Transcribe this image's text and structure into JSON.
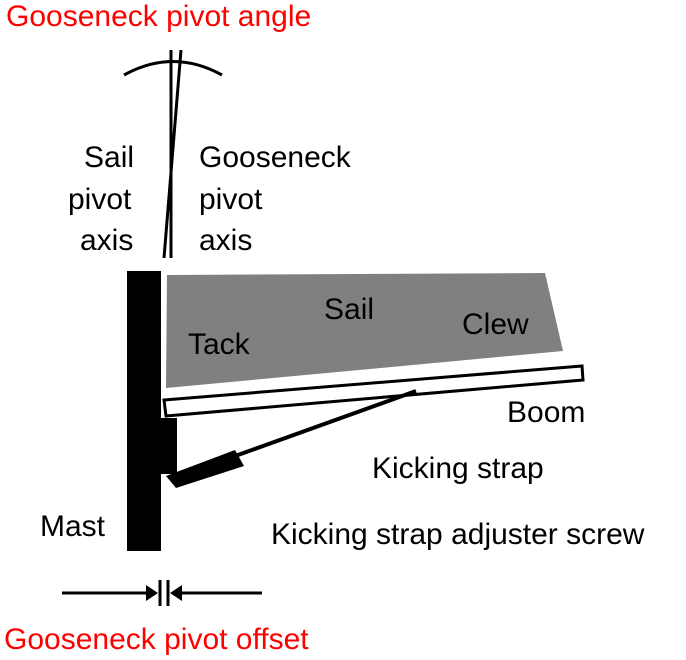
{
  "title_top": "Gooseneck pivot angle",
  "title_bottom": "Gooseneck pivot offset",
  "labels": {
    "sail_axis": [
      "Sail",
      "pivot",
      "axis"
    ],
    "gooseneck_axis": [
      "Gooseneck",
      "pivot",
      "axis"
    ],
    "sail": "Sail",
    "tack": "Tack",
    "clew": "Clew",
    "boom": "Boom",
    "kicking_strap": "Kicking strap",
    "adjuster_screw": "Kicking strap adjuster screw",
    "mast": "Mast"
  },
  "colors": {
    "annotation": "#ff0000",
    "sail_fill": "#808080",
    "mast_fill": "#000000",
    "boom_fill": "#ffffff",
    "text": "#000000"
  }
}
